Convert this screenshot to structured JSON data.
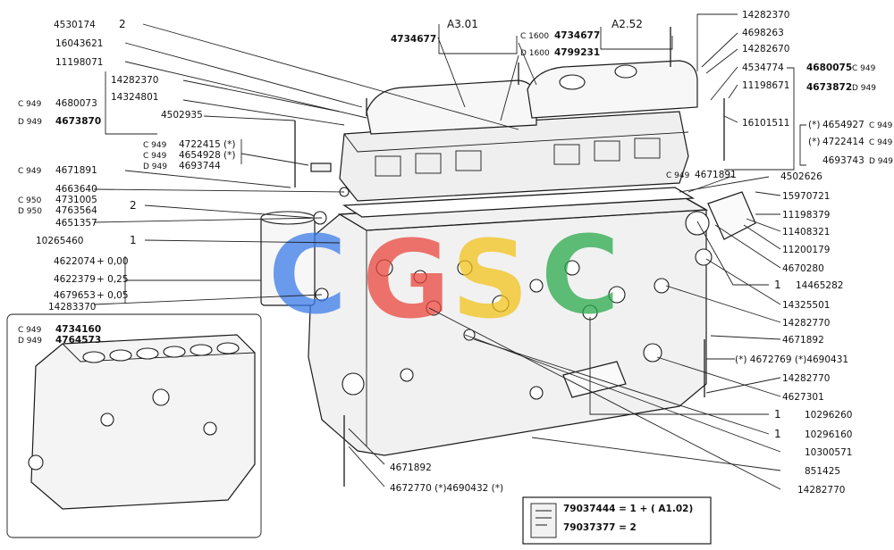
{
  "refs": {
    "a301": "A3.01",
    "a252": "A2.52"
  },
  "top_center": {
    "p4734677_left": "4734677",
    "c1600": "C 1600",
    "d1600": "D 1600",
    "p4734677_right": "4734677",
    "p4799231": "4799231"
  },
  "left_labels": [
    {
      "id": "4530174",
      "text": "4530174",
      "qty": "2"
    },
    {
      "id": "16043621",
      "text": "16043621"
    },
    {
      "id": "11198071",
      "text": "11198071"
    },
    {
      "id": "14282370",
      "text": "14282370"
    },
    {
      "id": "c949_a",
      "text": "C 949",
      "part": "4680073"
    },
    {
      "id": "14324801",
      "text": "14324801"
    },
    {
      "id": "d949_a",
      "text": "D 949",
      "part": "4673870"
    },
    {
      "id": "4502935",
      "text": "4502935"
    },
    {
      "id": "4722415",
      "variant": "C 949",
      "part": "4722415",
      "note": "(*)"
    },
    {
      "id": "4654928",
      "variant": "C 949",
      "part": "4654928",
      "note": "(*)"
    },
    {
      "id": "4693744",
      "variant": "D 949",
      "part": "4693744"
    },
    {
      "id": "4671891_l",
      "variant": "C 949",
      "part": "4671891"
    },
    {
      "id": "4663640",
      "text": "4663640"
    },
    {
      "id": "4731005",
      "variant": "C 950",
      "part": "4731005",
      "qty": "2"
    },
    {
      "id": "4763564",
      "variant": "D 950",
      "part": "4763564"
    },
    {
      "id": "4651357",
      "text": "4651357"
    },
    {
      "id": "10265460",
      "text": "10265460",
      "qty": "1"
    },
    {
      "id": "4622074",
      "text": "4622074",
      "tol": "+ 0,00"
    },
    {
      "id": "4622379",
      "text": "4622379",
      "tol": "+ 0,25"
    },
    {
      "id": "4679653",
      "text": "4679653",
      "tol": "+ 0,05"
    },
    {
      "id": "14283370",
      "text": "14283370"
    }
  ],
  "inset": {
    "c949": "C 949",
    "d949": "D 949",
    "part_c": "4734160",
    "part_d": "4764573"
  },
  "right_labels": [
    {
      "id": "14282370_r",
      "text": "14282370"
    },
    {
      "id": "4698263",
      "text": "4698263"
    },
    {
      "id": "14282670",
      "text": "14282670"
    },
    {
      "id": "4534774",
      "text": "4534774"
    },
    {
      "id": "4680075",
      "part": "4680075",
      "variant": "C 949"
    },
    {
      "id": "11198671",
      "text": "11198671"
    },
    {
      "id": "4673872",
      "part": "4673872",
      "variant": "D 949"
    },
    {
      "id": "16101511",
      "text": "16101511"
    },
    {
      "id": "4654927",
      "note": "(*)",
      "part": "4654927",
      "variant": "C 949"
    },
    {
      "id": "4722414",
      "note": "(*)",
      "part": "4722414",
      "variant": "C 949"
    },
    {
      "id": "4693743",
      "part": "4693743",
      "variant": "D 949"
    },
    {
      "id": "4671891_r",
      "variant": "C 949",
      "part": "4671891"
    },
    {
      "id": "4502626",
      "text": "4502626"
    },
    {
      "id": "15970721",
      "text": "15970721"
    },
    {
      "id": "11198379",
      "text": "11198379"
    },
    {
      "id": "11408321",
      "text": "11408321"
    },
    {
      "id": "11200179",
      "text": "11200179"
    },
    {
      "id": "4670280",
      "text": "4670280"
    },
    {
      "id": "14465282",
      "text": "14465282",
      "qty": "1"
    },
    {
      "id": "14325501",
      "text": "14325501"
    },
    {
      "id": "14282770_a",
      "text": "14282770"
    },
    {
      "id": "4671892_r",
      "text": "4671892"
    },
    {
      "id": "4672769",
      "text": "(*) 4672769 (*)4690431"
    },
    {
      "id": "14282770_b",
      "text": "14282770"
    },
    {
      "id": "4627301",
      "text": "4627301"
    },
    {
      "id": "10296260",
      "text": "10296260",
      "qty": "1"
    },
    {
      "id": "10296160",
      "text": "10296160",
      "qty": "1"
    },
    {
      "id": "10300571",
      "text": "10300571"
    },
    {
      "id": "851425",
      "text": "851425"
    },
    {
      "id": "14282770_c",
      "text": "14282770"
    }
  ],
  "bottom_labels": {
    "p4671892": "4671892",
    "p4672770": "4672770 (*)4690432 (*)"
  },
  "kit_box": {
    "line1": "79037444 = 1 + ( A1.02)",
    "line2": "79037377 = 2"
  },
  "watermark": {
    "letters": [
      "C",
      "G",
      "S",
      "C"
    ],
    "colors": [
      "#3b7be8",
      "#e8453c",
      "#f2c21b",
      "#2aa84a"
    ]
  }
}
